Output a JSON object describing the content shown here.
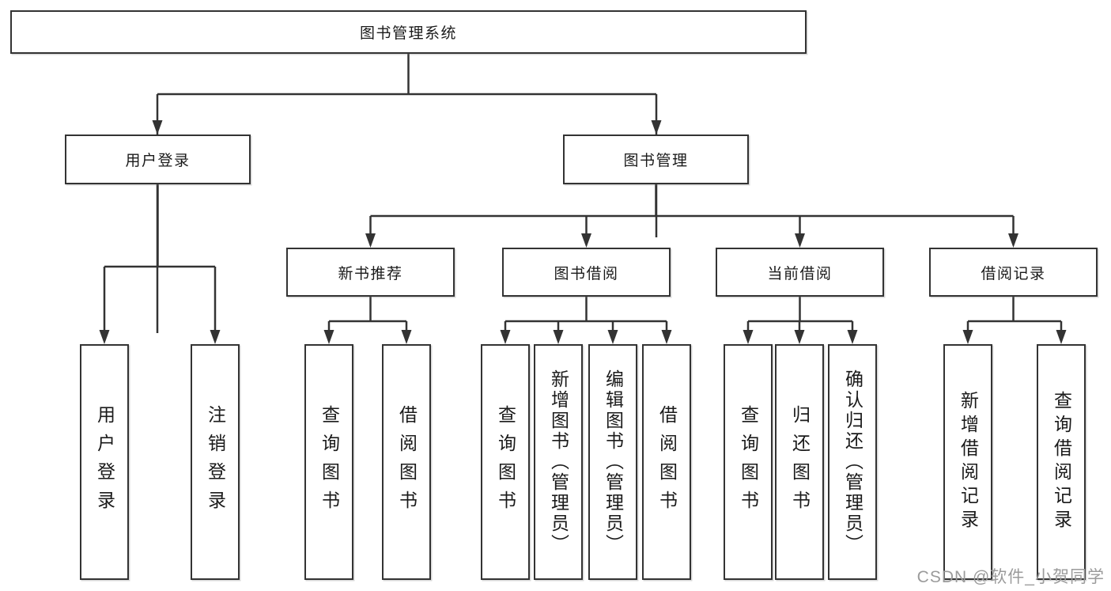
{
  "diagram": {
    "root": {
      "label": "图书管理系统"
    },
    "level2": [
      {
        "label": "用户登录"
      },
      {
        "label": "图书管理"
      }
    ],
    "level3": [
      {
        "label": "新书推荐"
      },
      {
        "label": "图书借阅"
      },
      {
        "label": "当前借阅"
      },
      {
        "label": "借阅记录"
      }
    ],
    "leaves": {
      "user_login": [
        {
          "label": "用户登录"
        },
        {
          "label": "注销登录"
        }
      ],
      "new_book_recommend": [
        {
          "label": "查询图书"
        },
        {
          "label": "借阅图书"
        }
      ],
      "book_borrow": [
        {
          "label": "查询图书"
        },
        {
          "label": "新增图书（管理员）"
        },
        {
          "label": "编辑图书（管理员）"
        },
        {
          "label": "借阅图书"
        }
      ],
      "current_borrow": [
        {
          "label": "查询图书"
        },
        {
          "label": "归还图书"
        },
        {
          "label": "确认归还（管理员）"
        }
      ],
      "borrow_record": [
        {
          "label": "新增借阅记录"
        },
        {
          "label": "查询借阅记录"
        }
      ]
    },
    "watermark": "CSDN @软件_小贺同学",
    "colors": {
      "line": "#333333",
      "box_border": "#333333",
      "box_fill": "#ffffff",
      "text": "#1a1a1a",
      "watermark": "#9b9b9b"
    }
  }
}
